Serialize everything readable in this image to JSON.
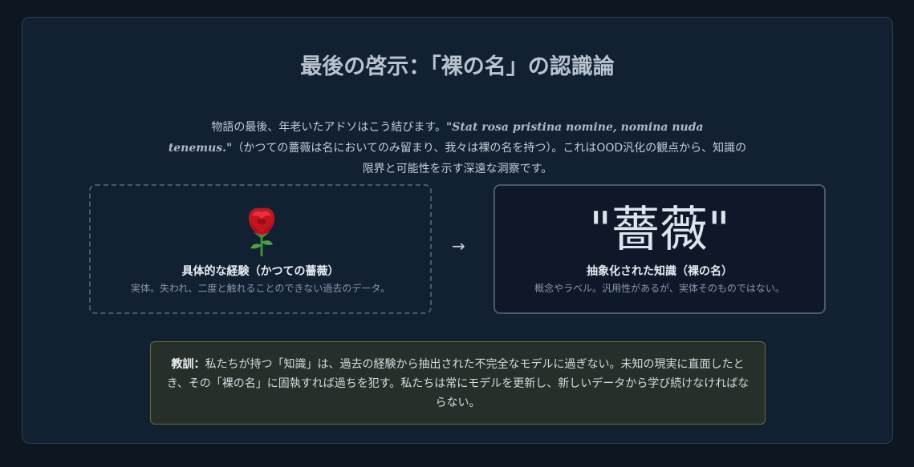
{
  "title": "最後の啓示：「裸の名」の認識論",
  "intro": {
    "before": "物語の最後、年老いたアドソはこう結びます。",
    "quote": "\"Stat rosa pristina nomine, nomina nuda tenemus.\"",
    "after": "（かつての薔薇は名においてのみ留まり、我々は裸の名を持つ）。これはOOD汎化の観点から、知識の限界と可能性を示す深遠な洞察です。"
  },
  "left_card": {
    "icon": "rose-icon",
    "heading": "具体的な経験（かつての薔薇）",
    "sub": "実体。失われ、二度と触れることのできない過去のデータ。"
  },
  "arrow": "→",
  "right_card": {
    "word": "\"薔薇\"",
    "heading": "抽象化された知識（裸の名）",
    "sub": "概念やラベル。汎用性があるが、実体そのものではない。"
  },
  "lesson": {
    "label": "教訓：",
    "text": "私たちが持つ「知識」は、過去の経験から抽出された不完全なモデルに過ぎない。未知の現実に直面したとき、その「裸の名」に固執すれば過ちを犯す。私たちは常にモデルを更新し、新しいデータから学び続けなければならない。"
  },
  "colors": {
    "background": "#0d1722",
    "panel": "#112132",
    "lesson_border": "#6f6a35",
    "rose_red": "#d8202a"
  }
}
